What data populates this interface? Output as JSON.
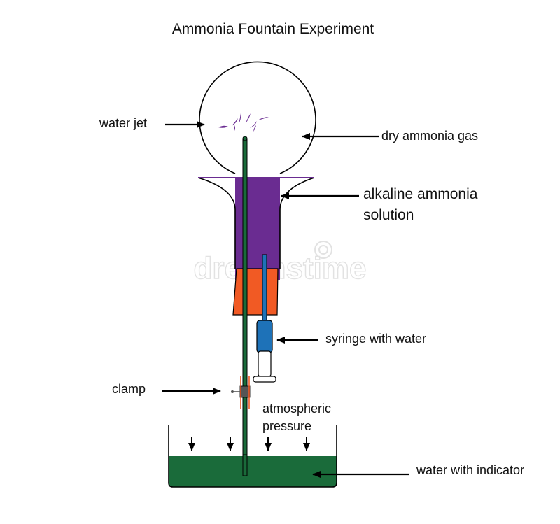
{
  "title": "Ammonia Fountain Experiment",
  "labels": {
    "water_jet": "water jet",
    "dry_gas": "dry ammonia gas",
    "solution_line1": "alkaline ammonia",
    "solution_line2": "solution",
    "syringe": "syringe with water",
    "clamp": "clamp",
    "pressure_line1": "atmospheric",
    "pressure_line2": "pressure",
    "water_indicator": "water with indicator"
  },
  "watermark": "dreamstime",
  "colors": {
    "solution": "#6a2c91",
    "stopper": "#f15a24",
    "trough_water": "#1a6b3a",
    "syringe_barrel": "#1e72b8",
    "tube": "#1a6b3a",
    "clamp": "#f15a24",
    "outline": "#000000"
  }
}
